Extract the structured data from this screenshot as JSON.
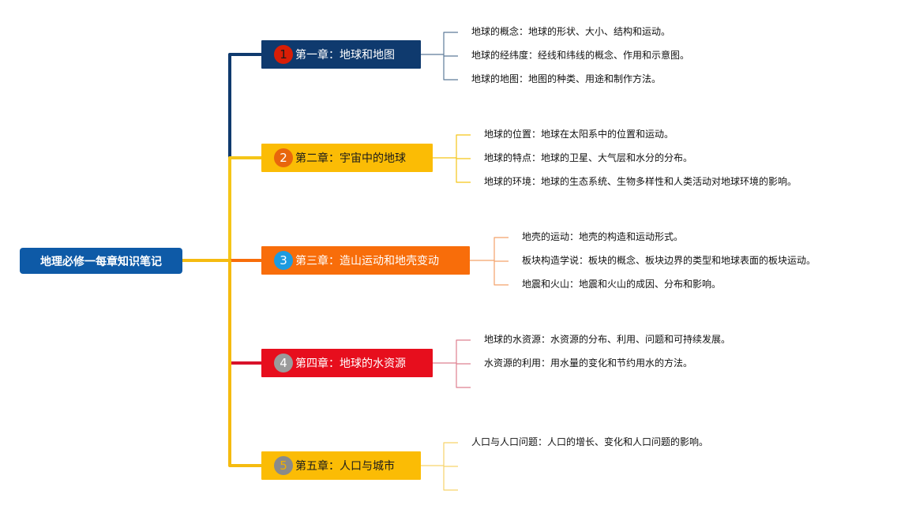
{
  "root": {
    "label": "地理必修一每章知识笔记"
  },
  "chapters": [
    {
      "number": "1",
      "label": "第一章：地球和地图",
      "bg": "#0f3a6e",
      "text_color": "#ffffff",
      "badge_bg": "#d81e06",
      "badge_color": "#1b1b1b",
      "line_color": "#0f3a6e",
      "leaf_line_color": "#5e7b99",
      "items": [
        "地球的概念：地球的形状、大小、结构和运动。",
        "地球的经纬度：经线和纬线的概念、作用和示意图。",
        "地球的地图：地图的种类、用途和制作方法。"
      ]
    },
    {
      "number": "2",
      "label": "第二章：宇宙中的地球",
      "bg": "#fbbc05",
      "text_color": "#1b1b1b",
      "badge_bg": "#e8660c",
      "badge_color": "#ffffff",
      "line_color": "#f5c518",
      "leaf_line_color": "#f5c518",
      "items": [
        "地球的位置：地球在太阳系中的位置和运动。",
        "地球的特点：地球的卫星、大气层和水分的分布。",
        "地球的环境：地球的生态系统、生物多样性和人类活动对地球环境的影响。"
      ]
    },
    {
      "number": "3",
      "label": "第三章：造山运动和地壳变动",
      "bg": "#f86d0a",
      "text_color": "#ffffff",
      "badge_bg": "#1d9be0",
      "badge_color": "#ffffff",
      "line_color": "#f86d0a",
      "leaf_line_color": "#f3a26a",
      "items": [
        "地壳的运动：地壳的构造和运动形式。",
        "板块构造学说：板块的概念、板块边界的类型和地球表面的板块运动。",
        "地震和火山：地震和火山的成因、分布和影响。"
      ]
    },
    {
      "number": "4",
      "label": "第四章：地球的水资源",
      "bg": "#e70e1d",
      "text_color": "#ffffff",
      "badge_bg": "#9b9b9b",
      "badge_color": "#ffffff",
      "line_color": "#d8122a",
      "leaf_line_color": "#de8090",
      "items": [
        "地球的水资源：水资源的分布、利用、问题和可持续发展。",
        "水资源的利用：用水量的变化和节约用水的方法。",
        ""
      ]
    },
    {
      "number": "5",
      "label": "第五章：人口与城市",
      "bg": "#fbbc05",
      "text_color": "#1b1b1b",
      "badge_bg": "#8a8a8a",
      "badge_color": "#f0b000",
      "line_color": "#f5bb10",
      "leaf_line_color": "#f6d36a",
      "items": [
        "人口与人口问题：人口的增长、变化和人口问题的影响。",
        "",
        ""
      ]
    }
  ]
}
